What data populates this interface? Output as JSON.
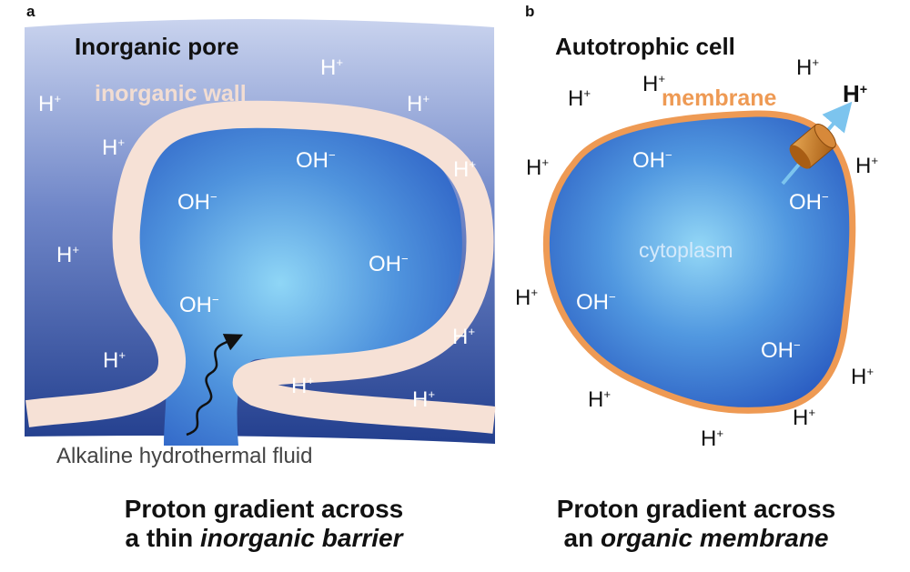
{
  "panel_a": {
    "letter": "a",
    "title": "Inorganic pore",
    "wall_label": "inorganic wall",
    "fluid_label": "Alkaline hydrothermal fluid",
    "caption_line1": "Proton gradient across",
    "caption_line2_plain": "a thin ",
    "caption_line2_italic": "inorganic barrier",
    "proton": "H",
    "proton_sup": "+",
    "hydroxide": "OH",
    "hydroxide_sup": "−"
  },
  "panel_b": {
    "letter": "b",
    "title": "Autotrophic cell",
    "membrane_label": "membrane",
    "cytoplasm_label": "cytoplasm",
    "caption_line1": "Proton gradient across",
    "caption_line2_plain": "an ",
    "caption_line2_italic": "organic membrane",
    "proton": "H",
    "proton_sup": "+",
    "hydroxide": "OH",
    "hydroxide_sup": "−"
  },
  "colors": {
    "sea_dark": "#2a4a96",
    "sea_light": "#c9d3ee",
    "interior_light": "#8fd6f6",
    "interior_dark": "#2f63c6",
    "wall": "#f6e1d6",
    "membrane": "#ee9a54",
    "pump": "#c9781f",
    "arrow": "#7cc4ee"
  }
}
